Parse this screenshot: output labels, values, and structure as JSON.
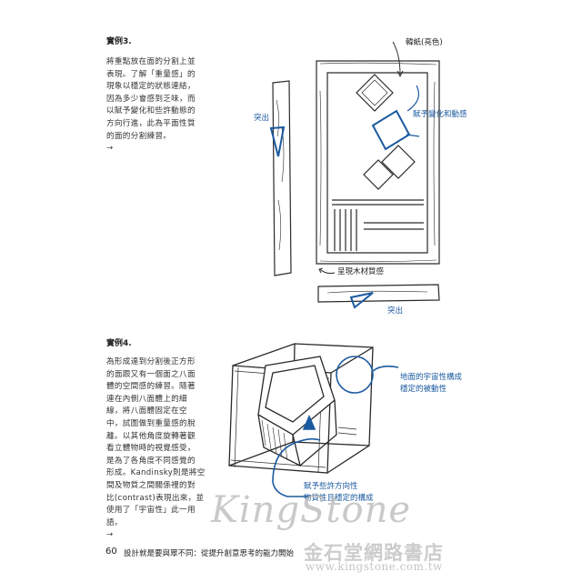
{
  "example3": {
    "title": "實例3.",
    "lines": [
      "將重點放在面的分割上並",
      "表現。了解「重量感」的",
      "現象以穩定的狀態連結，",
      "因為多少會感到乏味，而",
      "以賦予變化和些許動態的",
      "方向行進，此為平面性質",
      "的面的分割練習。",
      "→"
    ],
    "annotations": {
      "paper": "韓紙(亮色)",
      "change": "賦予變化和動感",
      "protrude_left": "突出",
      "wood": "呈現木材質感",
      "protrude_bottom": "突出"
    }
  },
  "example4": {
    "title": "實例4.",
    "lines": [
      "為形成達到分割後正方形",
      "的面跟又有一個面之八面",
      "體的空間感的練習。隨著",
      "連在內側八面體上的細",
      "線，將八面體固定在空",
      "中，試圖做到重量感的脫",
      "離。以其他角度旋轉著觀",
      "看立體物時的視覺感受，",
      "是為了各角度不同感覺的",
      "形成。Kandinsky則是將空",
      "間及物質之間關係裡的對",
      "比(contrast)表現出來，並",
      "使用了「宇宙性」此一用",
      "語。",
      "→"
    ],
    "annotations": {
      "ground": [
        "地面的宇宙性構成",
        "穩定的被動性"
      ],
      "active": [
        "賦予些許方向性",
        "物質性且穩定的構成"
      ]
    }
  },
  "footer": {
    "page_number": "60",
    "text": "設計就是要與眾不同：從提升創意思考的能力開始"
  },
  "watermark": {
    "logo": "KingStone",
    "cn": "金石堂網路書店",
    "url": "www.kingstone.com.tw"
  },
  "colors": {
    "accent": "#1b5aa0",
    "text": "#222222"
  }
}
